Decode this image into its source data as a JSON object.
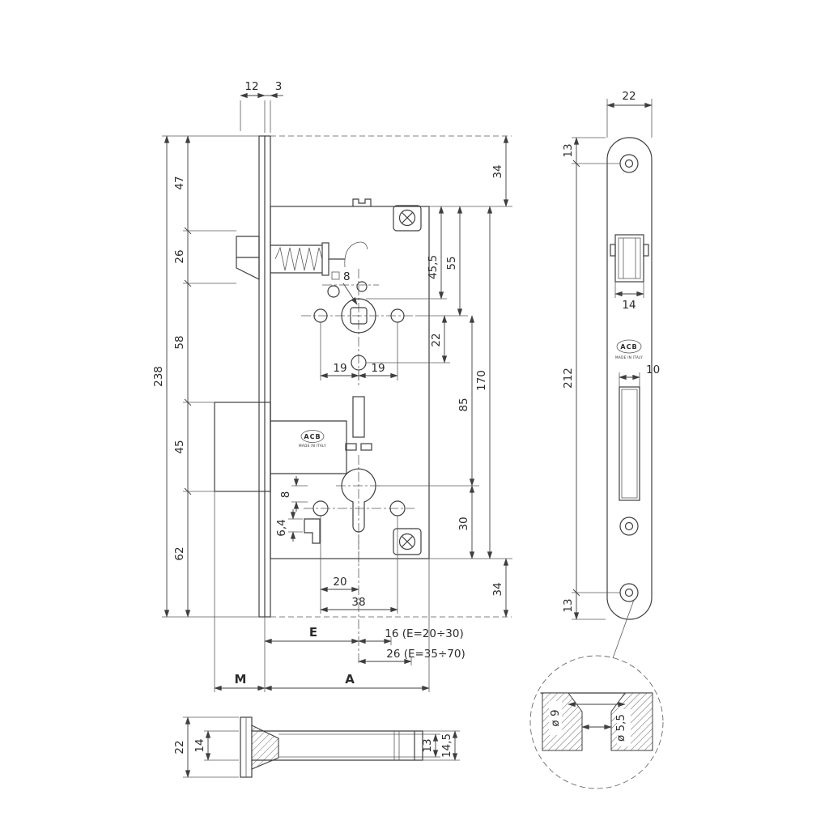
{
  "main_view": {
    "top_dims": {
      "d12": "12",
      "d3": "3"
    },
    "left_dims": {
      "d47": "47",
      "d26": "26",
      "d58": "58",
      "d238": "238",
      "d45": "45",
      "d62": "62"
    },
    "right_dims": {
      "d34_top": "34",
      "d45_5": "45,5",
      "d55": "55",
      "d22": "22",
      "d170": "170",
      "d85": "85",
      "d30": "30",
      "d34_bottom": "34"
    },
    "inner_dims": {
      "square8": "8",
      "d19_left": "19",
      "d19_right": "19",
      "d8": "8",
      "d6_4": "6,4",
      "d20": "20",
      "d38": "38"
    },
    "bottom_dims": {
      "E": "E",
      "d16": "16 (E=20÷30)",
      "d26e": "26 (E=35÷70)",
      "M": "M",
      "A": "A"
    },
    "logo": {
      "brand": "ACB",
      "origin": "MADE IN ITALY"
    }
  },
  "faceplate_view": {
    "dims": {
      "d22": "22",
      "d13_top": "13",
      "d212": "212",
      "d13_bottom": "13",
      "d14": "14",
      "d10": "10"
    },
    "logo": {
      "brand": "ACB",
      "origin": "MADE IN ITALY"
    }
  },
  "detail_view": {
    "dims": {
      "d9": "ø 9",
      "d5_5": "ø 5,5"
    }
  },
  "section_view": {
    "dims": {
      "d22": "22",
      "d14": "14",
      "d13": "13",
      "d14_5": "14,5"
    }
  }
}
